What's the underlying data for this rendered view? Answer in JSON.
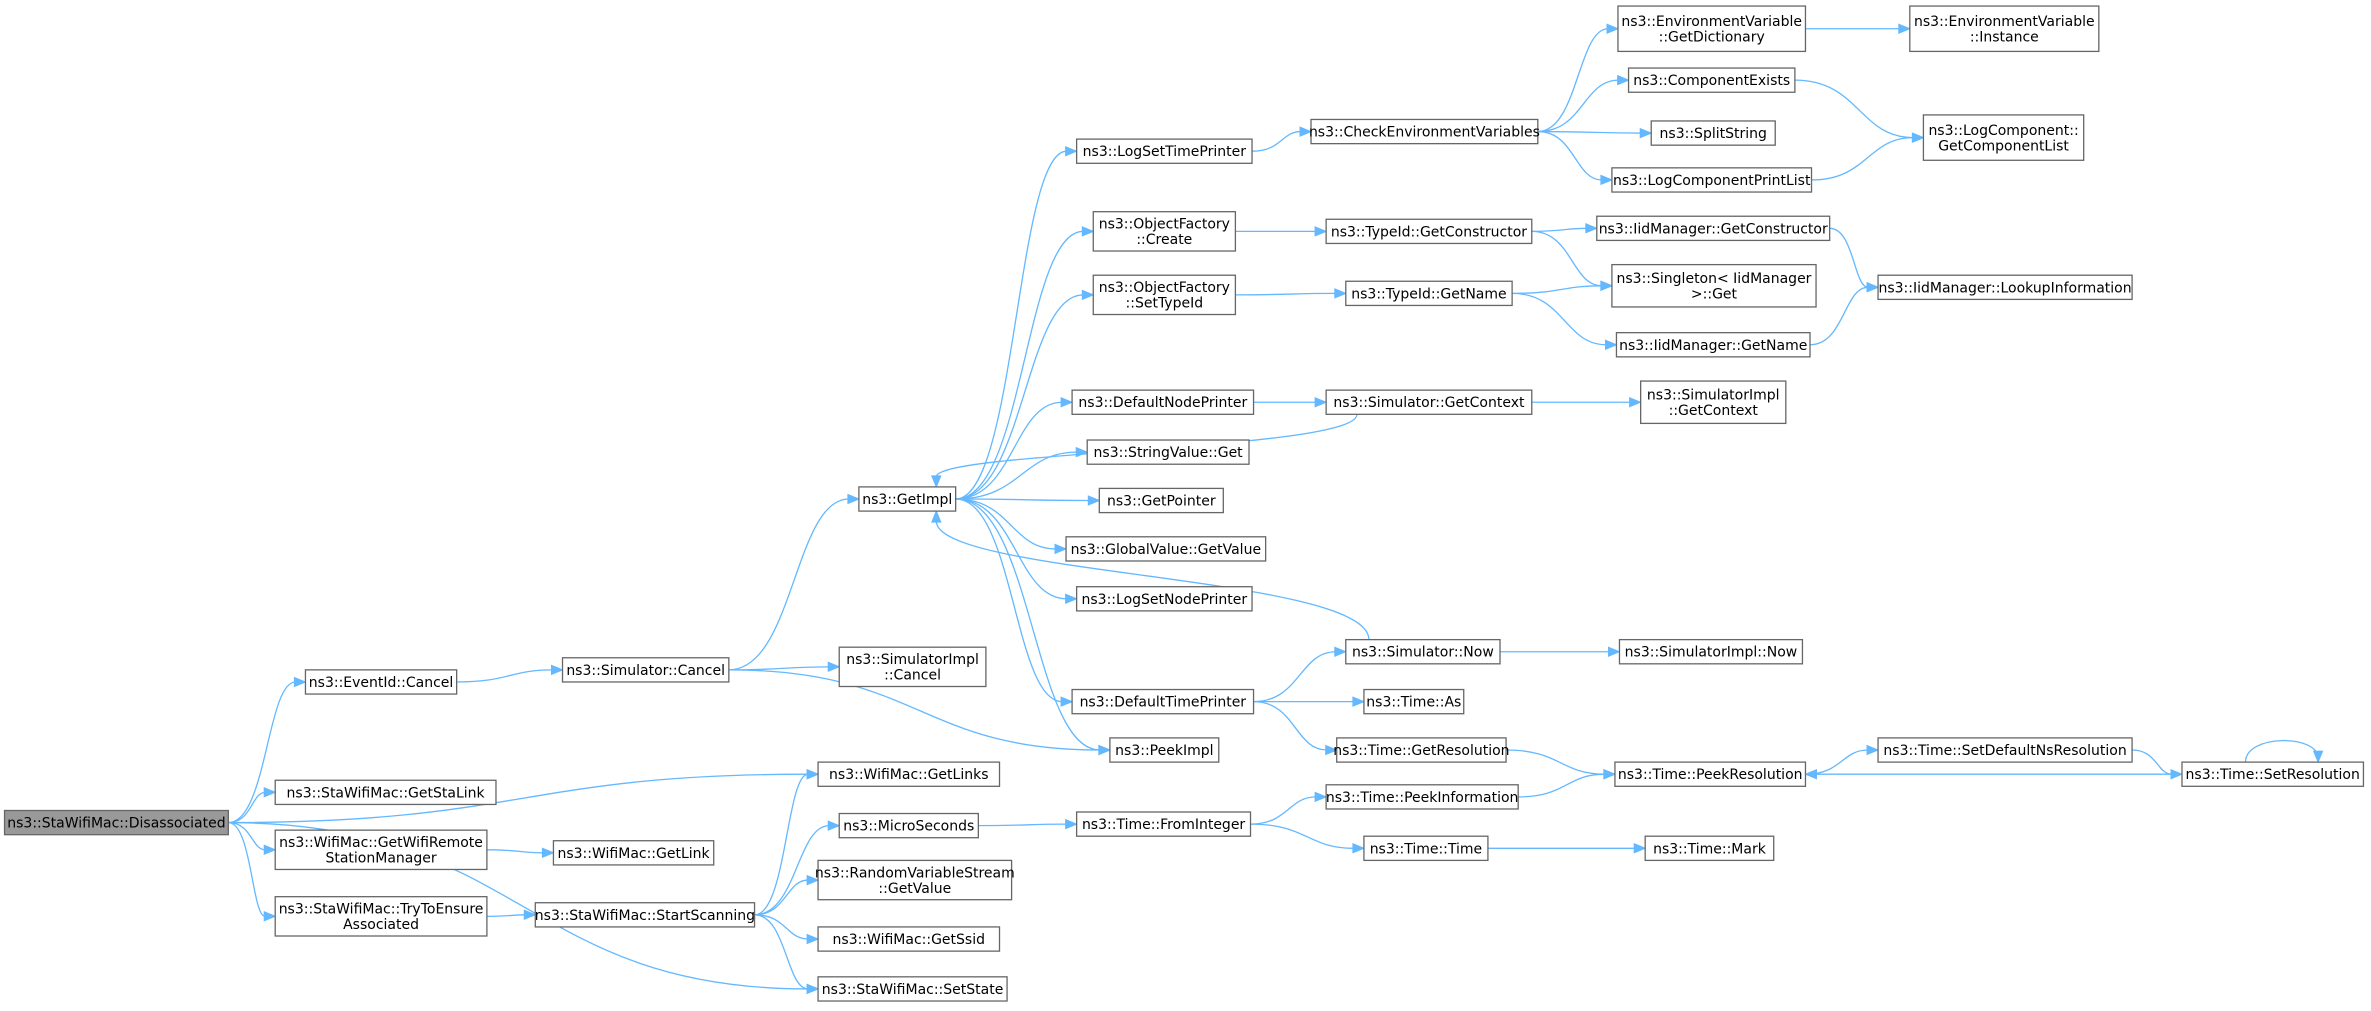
{
  "graph": {
    "root": "n0",
    "nodes": [
      {
        "id": "n0",
        "lines": [
          "ns3::StaWifiMac::Disassociated"
        ]
      },
      {
        "id": "n1",
        "lines": [
          "ns3::EventId::Cancel"
        ]
      },
      {
        "id": "n2",
        "lines": [
          "ns3::Simulator::Cancel"
        ]
      },
      {
        "id": "n3",
        "lines": [
          "ns3::GetImpl"
        ]
      },
      {
        "id": "n4",
        "lines": [
          "ns3::LogSetTimePrinter"
        ]
      },
      {
        "id": "n5",
        "lines": [
          "ns3::CheckEnvironmentVariables"
        ]
      },
      {
        "id": "n6",
        "lines": [
          "ns3::EnvironmentVariable",
          "::GetDictionary"
        ]
      },
      {
        "id": "n7",
        "lines": [
          "ns3::EnvironmentVariable",
          "::Instance"
        ]
      },
      {
        "id": "n8",
        "lines": [
          "ns3::ComponentExists"
        ]
      },
      {
        "id": "n9",
        "lines": [
          "ns3::LogComponent::",
          "GetComponentList"
        ]
      },
      {
        "id": "n10",
        "lines": [
          "ns3::SplitString"
        ]
      },
      {
        "id": "n11",
        "lines": [
          "ns3::LogComponentPrintList"
        ]
      },
      {
        "id": "n12",
        "lines": [
          "ns3::ObjectFactory",
          "::Create"
        ]
      },
      {
        "id": "n13",
        "lines": [
          "ns3::TypeId::GetConstructor"
        ]
      },
      {
        "id": "n14",
        "lines": [
          "ns3::IidManager::GetConstructor"
        ]
      },
      {
        "id": "n15",
        "lines": [
          "ns3::IidManager::LookupInformation"
        ]
      },
      {
        "id": "n16",
        "lines": [
          "ns3::Singleton< IidManager",
          " >::Get"
        ]
      },
      {
        "id": "n17",
        "lines": [
          "ns3::ObjectFactory",
          "::SetTypeId"
        ]
      },
      {
        "id": "n18",
        "lines": [
          "ns3::TypeId::GetName"
        ]
      },
      {
        "id": "n19",
        "lines": [
          "ns3::IidManager::GetName"
        ]
      },
      {
        "id": "n20",
        "lines": [
          "ns3::DefaultNodePrinter"
        ]
      },
      {
        "id": "n21",
        "lines": [
          "ns3::Simulator::GetContext"
        ]
      },
      {
        "id": "n22",
        "lines": [
          "ns3::SimulatorImpl",
          "::GetContext"
        ]
      },
      {
        "id": "n23",
        "lines": [
          "ns3::StringValue::Get"
        ]
      },
      {
        "id": "n24",
        "lines": [
          "ns3::GetPointer"
        ]
      },
      {
        "id": "n25",
        "lines": [
          "ns3::GlobalValue::GetValue"
        ]
      },
      {
        "id": "n26",
        "lines": [
          "ns3::LogSetNodePrinter"
        ]
      },
      {
        "id": "n27",
        "lines": [
          "ns3::Simulator::Now"
        ]
      },
      {
        "id": "n28",
        "lines": [
          "ns3::SimulatorImpl::Now"
        ]
      },
      {
        "id": "n29",
        "lines": [
          "ns3::DefaultTimePrinter"
        ]
      },
      {
        "id": "n30",
        "lines": [
          "ns3::Time::As"
        ]
      },
      {
        "id": "n31",
        "lines": [
          "ns3::Time::GetResolution"
        ]
      },
      {
        "id": "n32",
        "lines": [
          "ns3::Time::PeekResolution"
        ]
      },
      {
        "id": "n33",
        "lines": [
          "ns3::Time::SetDefaultNsResolution"
        ]
      },
      {
        "id": "n34",
        "lines": [
          "ns3::Time::SetResolution"
        ]
      },
      {
        "id": "n35",
        "lines": [
          "ns3::PeekImpl"
        ]
      },
      {
        "id": "n36",
        "lines": [
          "ns3::SimulatorImpl",
          "::Cancel"
        ]
      },
      {
        "id": "n37",
        "lines": [
          "ns3::WifiMac::GetLinks"
        ]
      },
      {
        "id": "n38",
        "lines": [
          "ns3::StaWifiMac::GetStaLink"
        ]
      },
      {
        "id": "n39",
        "lines": [
          "ns3::WifiMac::GetWifiRemote",
          "StationManager"
        ]
      },
      {
        "id": "n40",
        "lines": [
          "ns3::WifiMac::GetLink"
        ]
      },
      {
        "id": "n41",
        "lines": [
          "ns3::StaWifiMac::TryToEnsure",
          "Associated"
        ]
      },
      {
        "id": "n42",
        "lines": [
          "ns3::StaWifiMac::StartScanning"
        ]
      },
      {
        "id": "n43",
        "lines": [
          "ns3::MicroSeconds"
        ]
      },
      {
        "id": "n44",
        "lines": [
          "ns3::Time::FromInteger"
        ]
      },
      {
        "id": "n45",
        "lines": [
          "ns3::Time::PeekInformation"
        ]
      },
      {
        "id": "n46",
        "lines": [
          "ns3::Time::Time"
        ]
      },
      {
        "id": "n47",
        "lines": [
          "ns3::Time::Mark"
        ]
      },
      {
        "id": "n48",
        "lines": [
          "ns3::RandomVariableStream",
          "::GetValue"
        ]
      },
      {
        "id": "n49",
        "lines": [
          "ns3::WifiMac::GetSsid"
        ]
      },
      {
        "id": "n50",
        "lines": [
          "ns3::StaWifiMac::SetState"
        ]
      }
    ],
    "edges": [
      [
        "n0",
        "n1"
      ],
      [
        "n0",
        "n37"
      ],
      [
        "n0",
        "n38"
      ],
      [
        "n0",
        "n39"
      ],
      [
        "n0",
        "n41"
      ],
      [
        "n0",
        "n50"
      ],
      [
        "n1",
        "n2"
      ],
      [
        "n2",
        "n3"
      ],
      [
        "n2",
        "n36"
      ],
      [
        "n2",
        "n35"
      ],
      [
        "n3",
        "n4"
      ],
      [
        "n3",
        "n12"
      ],
      [
        "n3",
        "n17"
      ],
      [
        "n3",
        "n20"
      ],
      [
        "n3",
        "n23"
      ],
      [
        "n3",
        "n24"
      ],
      [
        "n3",
        "n25"
      ],
      [
        "n3",
        "n26"
      ],
      [
        "n3",
        "n29"
      ],
      [
        "n3",
        "n35"
      ],
      [
        "n4",
        "n5"
      ],
      [
        "n5",
        "n6"
      ],
      [
        "n5",
        "n8"
      ],
      [
        "n5",
        "n10"
      ],
      [
        "n5",
        "n11"
      ],
      [
        "n6",
        "n7"
      ],
      [
        "n8",
        "n9"
      ],
      [
        "n11",
        "n9"
      ],
      [
        "n12",
        "n13"
      ],
      [
        "n13",
        "n14"
      ],
      [
        "n13",
        "n16"
      ],
      [
        "n14",
        "n15"
      ],
      [
        "n17",
        "n18"
      ],
      [
        "n18",
        "n16"
      ],
      [
        "n18",
        "n19"
      ],
      [
        "n19",
        "n15"
      ],
      [
        "n20",
        "n21"
      ],
      [
        "n21",
        "n3"
      ],
      [
        "n21",
        "n22"
      ],
      [
        "n27",
        "n3"
      ],
      [
        "n27",
        "n28"
      ],
      [
        "n29",
        "n27"
      ],
      [
        "n29",
        "n30"
      ],
      [
        "n29",
        "n31"
      ],
      [
        "n31",
        "n32"
      ],
      [
        "n32",
        "n33"
      ],
      [
        "n33",
        "n34"
      ],
      [
        "n34",
        "n32"
      ],
      [
        "n34",
        "n34"
      ],
      [
        "n39",
        "n40"
      ],
      [
        "n41",
        "n42"
      ],
      [
        "n42",
        "n37"
      ],
      [
        "n42",
        "n43"
      ],
      [
        "n42",
        "n48"
      ],
      [
        "n42",
        "n49"
      ],
      [
        "n42",
        "n50"
      ],
      [
        "n43",
        "n44"
      ],
      [
        "n44",
        "n45"
      ],
      [
        "n44",
        "n46"
      ],
      [
        "n45",
        "n32"
      ],
      [
        "n46",
        "n47"
      ]
    ]
  }
}
